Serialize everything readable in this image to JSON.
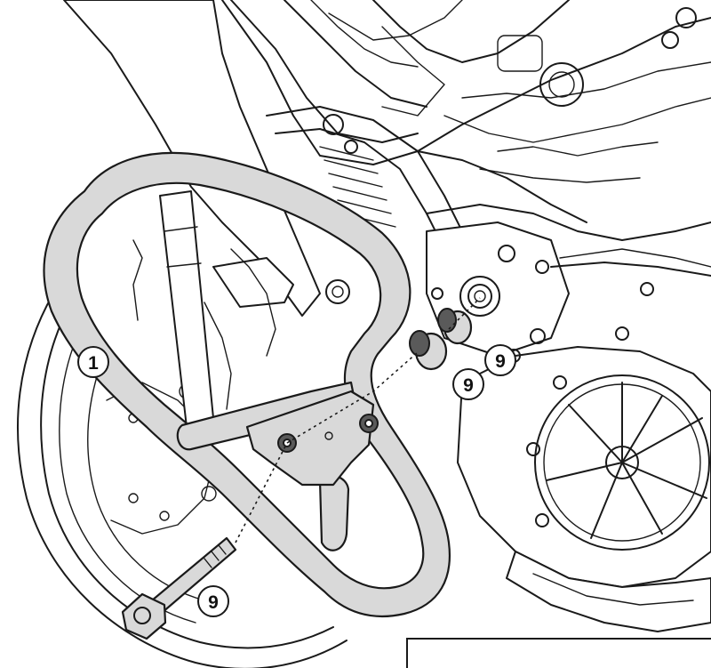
{
  "callouts": {
    "crash_bar": "1",
    "spacer_upper": "9",
    "spacer_lower": "9",
    "bolt": "9"
  },
  "colors": {
    "line": "#1a1a1a",
    "part_fill": "#d9d9d9",
    "background": "#ffffff"
  }
}
